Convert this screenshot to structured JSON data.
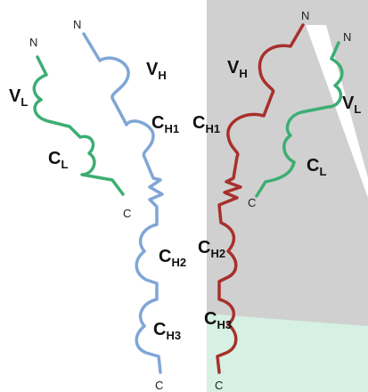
{
  "colors": {
    "heavy_chain": "#7fa6d6",
    "light_chain": "#3cae72",
    "dark_chain": "#a8302c",
    "gray_panel": "#d0d0d0",
    "mint_panel": "#d6f0e3",
    "stripe": "#ffffff"
  },
  "left_molecule": {
    "heavy_n": "N",
    "heavy_c": "C",
    "light_n": "N",
    "light_c": "C",
    "vh": {
      "main": "V",
      "sub": "H"
    },
    "ch1": {
      "main": "C",
      "sub": "H1"
    },
    "ch2": {
      "main": "C",
      "sub": "H2"
    },
    "ch3": {
      "main": "C",
      "sub": "H3"
    },
    "vl": {
      "main": "V",
      "sub": "L"
    },
    "cl": {
      "main": "C",
      "sub": "L"
    }
  },
  "right_molecule": {
    "heavy_n": "N",
    "heavy_c": "C",
    "light_n": "N",
    "light_c": "C",
    "vh": {
      "main": "V",
      "sub": "H"
    },
    "ch1": {
      "main": "C",
      "sub": "H1"
    },
    "ch2": {
      "main": "C",
      "sub": "H2"
    },
    "ch3": {
      "main": "C",
      "sub": "H3"
    },
    "vl": {
      "main": "V",
      "sub": "L"
    },
    "cl": {
      "main": "C",
      "sub": "L"
    }
  }
}
